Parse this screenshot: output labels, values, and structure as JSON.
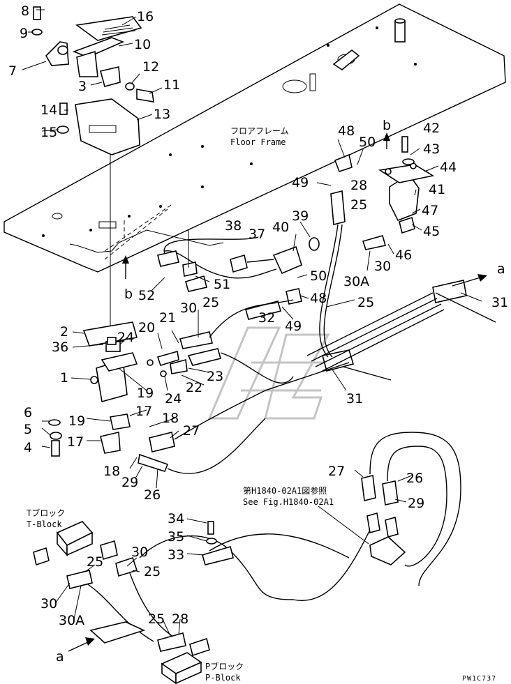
{
  "labels": {
    "floor_frame_jp": "フロアフレーム",
    "floor_frame_en": "Floor Frame",
    "see_fig_jp": "第H1840-02A1図参照",
    "see_fig_en": "See Fig.H1840-02A1",
    "t_block_jp": "Tブロック",
    "t_block_en": "T-Block",
    "p_block_jp": "Pブロック",
    "p_block_en": "P-Block",
    "drawing_code": "PW1C737"
  },
  "views": {
    "a_left": "a",
    "a_right": "a",
    "b_top": "b",
    "b_bottom": "b"
  },
  "callouts": {
    "c8": "8",
    "c9": "9",
    "c16": "16",
    "c10": "10",
    "c7": "7",
    "c12": "12",
    "c3": "3",
    "c11": "11",
    "c14": "14",
    "c13": "13",
    "c15": "15",
    "c48a": "48",
    "c50a": "50",
    "c42": "42",
    "c43": "43",
    "c44": "44",
    "c49a": "49",
    "c28a": "28",
    "c41": "41",
    "c25a": "25",
    "c39": "39",
    "c47": "47",
    "c38": "38",
    "c40": "40",
    "c37": "37",
    "c45": "45",
    "c46": "46",
    "c30a": "30",
    "c30Aa": "30A",
    "c50b": "50",
    "c48b": "48",
    "c25b": "25",
    "c52": "52",
    "c51": "51",
    "c31a": "31",
    "c30b": "30",
    "c25c": "25",
    "c21": "21",
    "c20": "20",
    "c32": "32",
    "c49b": "49",
    "c2": "2",
    "c24a": "24",
    "c36": "36",
    "c23": "23",
    "c22": "22",
    "c1": "1",
    "c24b": "24",
    "c19a": "19",
    "c31b": "31",
    "c17a": "17",
    "c6": "6",
    "c19b": "19",
    "c18a": "18",
    "c5": "5",
    "c27a": "27",
    "c4": "4",
    "c17b": "17",
    "c18b": "18",
    "c27b": "27",
    "c26a": "26",
    "c29a": "29",
    "c26b": "26",
    "c29b": "29",
    "c34": "34",
    "c35": "35",
    "c33": "33",
    "c30c": "30",
    "c25d": "25",
    "c25e": "25",
    "c30d": "30",
    "c30Ab": "30A",
    "c25f": "25",
    "c28b": "28"
  }
}
